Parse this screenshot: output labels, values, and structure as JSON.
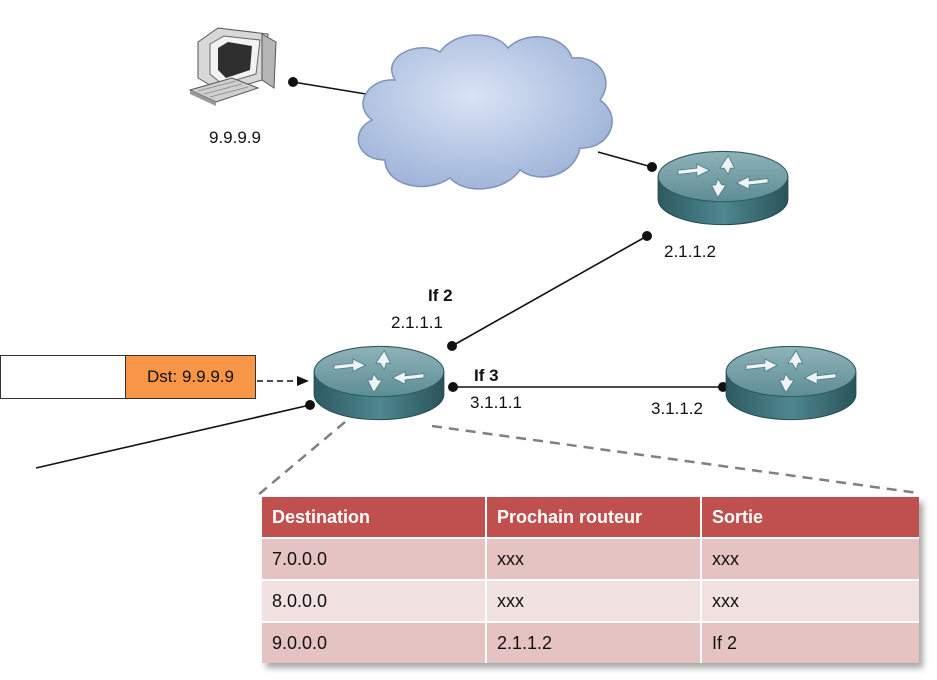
{
  "host": {
    "ip": "9.9.9.9"
  },
  "router_top": {
    "ip": "2.1.1.2"
  },
  "router_main": {
    "if2": {
      "name": "If 2",
      "ip": "2.1.1.1"
    },
    "if3": {
      "name": "If 3",
      "ip": "3.1.1.1"
    }
  },
  "router_right": {
    "ip": "3.1.1.2"
  },
  "packet": {
    "dst_label": "Dst: 9.9.9.9"
  },
  "routing_table": {
    "headers": [
      "Destination",
      "Prochain routeur",
      "Sortie"
    ],
    "rows": [
      [
        "7.0.0.0",
        "xxx",
        "xxx"
      ],
      [
        "8.0.0.0",
        "xxx",
        "xxx"
      ],
      [
        "9.0.0.0",
        "2.1.1.2",
        "If 2"
      ]
    ]
  },
  "colors": {
    "packet_dst": "#f79646",
    "table_header": "#c0504d",
    "table_row_odd": "#e6c3c3",
    "table_row_even": "#f2e1e1",
    "router_body": "#4a7c86",
    "cloud": "#b8c9e6"
  }
}
